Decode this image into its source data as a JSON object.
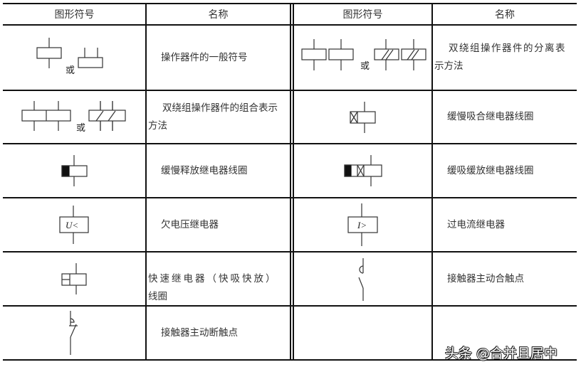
{
  "table": {
    "headers": {
      "left_symbol": "图形符号",
      "left_name": "名称",
      "right_symbol": "图形符号",
      "right_name": "名称"
    },
    "left_rows": [
      {
        "symbol": "operating-device-general-symbol",
        "symbol_or_label": "或",
        "name": "操作器件的一般符号"
      },
      {
        "symbol": "dual-winding-combined-symbol",
        "symbol_or_label": "或",
        "name_line1": "双绕组操作器件的组合表示",
        "name_line2": "方法"
      },
      {
        "symbol": "slow-release-relay-coil-symbol",
        "name": "缓慢释放继电器线圈"
      },
      {
        "symbol": "undervoltage-relay-symbol",
        "symbol_text": "U<",
        "name": "欠电压继电器"
      },
      {
        "symbol": "fast-relay-coil-symbol",
        "name_line1": "快速继电器（快吸快放）",
        "name_line2": "线圈"
      },
      {
        "symbol": "contactor-main-break-contact-symbol",
        "name": "接触器主动断触点"
      }
    ],
    "right_rows": [
      {
        "symbol": "dual-winding-separate-symbol",
        "symbol_or_label": "或",
        "name_line1": "双绕组操作器件的分离表",
        "name_line2": "示方法"
      },
      {
        "symbol": "slow-operate-relay-coil-symbol",
        "name": "缓慢吸合继电器线圈"
      },
      {
        "symbol": "slow-operate-slow-release-relay-coil-symbol",
        "name": "缓吸缓放继电器线圈"
      },
      {
        "symbol": "overcurrent-relay-symbol",
        "symbol_text": "I>",
        "name": "过电流继电器"
      },
      {
        "symbol": "contactor-main-make-contact-symbol",
        "name": "接触器主动合触点"
      },
      {
        "symbol": "",
        "name": ""
      }
    ]
  },
  "watermark": "头条 @合并且居中"
}
